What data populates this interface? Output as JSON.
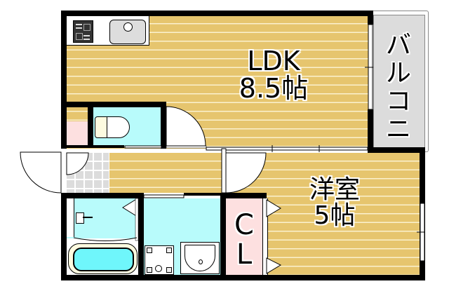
{
  "floorplan": {
    "rooms": {
      "ldk": {
        "name": "LDK",
        "size": "8.5帖"
      },
      "western_room": {
        "name": "洋室",
        "size": "5帖"
      },
      "closet": {
        "line1": "C",
        "line2": "L"
      },
      "balcony": {
        "chars": [
          "バ",
          "ル",
          "コ",
          "ニ",
          "ー"
        ]
      }
    },
    "fixtures": [
      "stove-icon",
      "kitchen-sink-icon",
      "toilet-icon",
      "bathtub-icon",
      "washbasin-icon",
      "washing-machine-pan-icon",
      "shower-icon"
    ],
    "colors": {
      "floor_wood": "#e6c56e",
      "wet_area": "#b8fbfb",
      "closet_pink": "#fde0e0",
      "balcony_gray": "#dcdcdc",
      "entrance_tile": "#dcdcdc",
      "wall": "#000000"
    }
  }
}
